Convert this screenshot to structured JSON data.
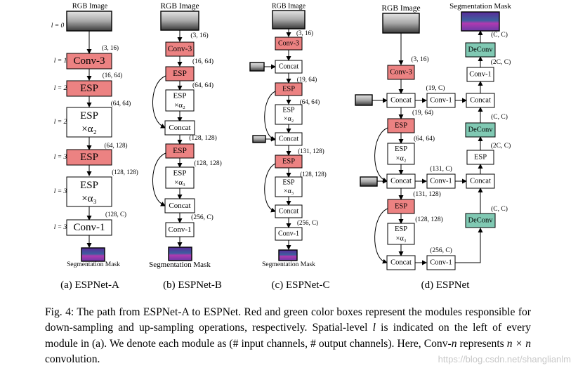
{
  "colors": {
    "red": "#ec8282",
    "green": "#80c9b3",
    "stroke": "#000000"
  },
  "icons": {
    "rgb_thumb": "rgb-image-icon",
    "seg_thumb": "segmentation-mask-icon"
  },
  "texts": {
    "rgb": "RGB Image",
    "seg": "Segmentation Mask",
    "conv3": "Conv-3",
    "conv1": "Conv-1",
    "esp": "ESP",
    "concat": "Concat",
    "deconv": "DeConv",
    "a2": "×α₂",
    "a3": "×α₃",
    "lvl_l0": "l = 0",
    "lvl_l1": "l = 1",
    "lvl_l2": "l = 2",
    "lvl_l3": "l = 3",
    "d_3_16": "(3, 16)",
    "d_16_64": "(16, 64)",
    "d_64_64": "(64, 64)",
    "d_64_128": "(64, 128)",
    "d_128_128": "(128, 128)",
    "d_128_C": "(128, C)",
    "d_256_C": "(256, C)",
    "d_19_64": "(19, 64)",
    "d_131_128": "(131, 128)",
    "d_19_C": "(19, C)",
    "d_131_C": "(131, C)",
    "d_C_C": "(C, C)",
    "d_2C_C": "(2C, C)",
    "sub_a": "(a) ESPNet-A",
    "sub_b": "(b) ESPNet-B",
    "sub_c": "(c) ESPNet-C",
    "sub_d": "(d) ESPNet"
  },
  "caption": {
    "p1": "Fig. 4: The path from ESPNet-A to ESPNet. Red and green color boxes represent the modules responsible for down-sampling and up-sampling operations, respectively. Spatial-level ",
    "l": "l",
    "p2": " is indicated on the left of every module in (a). We denote each module as (# input channels, # output channels). Here, Conv-",
    "n": "n",
    "p3": " represents ",
    "nxn": "n × n",
    "p4": " convolution."
  },
  "watermark": "https://blog.csdn.net/shanglianlm"
}
